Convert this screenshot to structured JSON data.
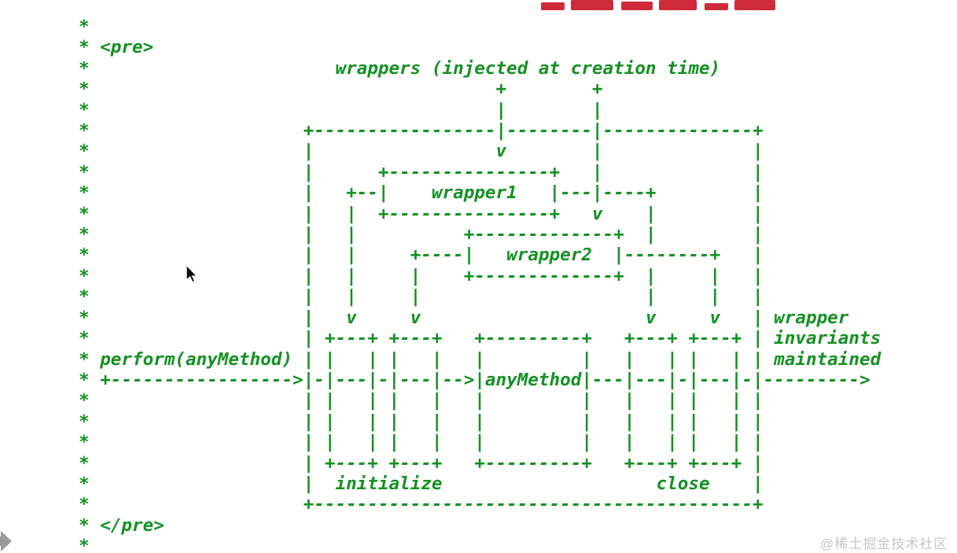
{
  "page": {
    "background": "#ffffff",
    "text_color_green": "#149122",
    "title_red": "#ce2a3a",
    "watermark_gray": "#c6c6c6"
  },
  "clipped_title": {
    "note_visible": "large red CJK headline cut off at top edge of screenshot"
  },
  "comment_block": {
    "language": "javadoc-comment",
    "lines": [
      "*",
      "* <pre>",
      "*                       wrappers (injected at creation time)",
      "*                                      +        +",
      "*                                      |        |",
      "*                    +-----------------|--------|--------------+",
      "*                    |                 v        |              |",
      "*                    |      +---------------+   |              |",
      "*                    |   +--|    wrapper1   |---|----+         |",
      "*                    |   |  +---------------+   v    |         |",
      "*                    |   |          +-------------+  |         |",
      "*                    |   |     +----|   wrapper2  |--------+   |",
      "*                    |   |     |    +-------------+  |     |   |",
      "*                    |   |     |                     |     |   |",
      "*                    |   v     v                     v     v   | wrapper",
      "*                    | +---+ +---+   +---------+   +---+ +---+ | invariants",
      "* perform(anyMethod) | |   | |   |   |         |   |   | |   | | maintained",
      "* +----------------->|-|---|-|---|-->|anyMethod|---|---|-|---|-|--------->",
      "*                    | |   | |   |   |         |   |   | |   | |",
      "*                    | |   | |   |   |         |   |   | |   | |",
      "*                    | |   | |   |   |         |   |   | |   | |",
      "*                    | +---+ +---+   +---------+   +---+ +---+ |",
      "*                    |  initialize                    close    |",
      "*                    +-----------------------------------------+",
      "* </pre>",
      "*"
    ]
  },
  "diagram_semantics": {
    "top_label": "wrappers (injected at creation time)",
    "left_label": "perform(anyMethod)",
    "right_label": "wrapper invariants maintained",
    "boxes": [
      "wrapper1",
      "wrapper2",
      "anyMethod"
    ],
    "bottom_labels": [
      "initialize",
      "close"
    ]
  },
  "watermark": {
    "text": "@稀土掘金技术社区"
  }
}
